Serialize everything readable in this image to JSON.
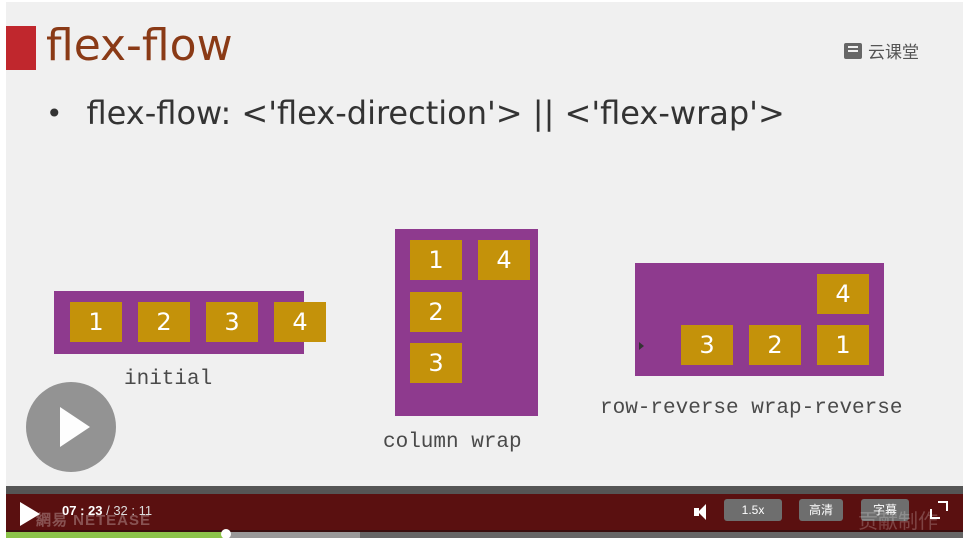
{
  "slide": {
    "title": "flex-flow",
    "logo_text": "云课堂",
    "bullet": "flex-flow: <'flex-direction'> || <'flex-wrap'>",
    "examples": [
      {
        "caption": "initial",
        "items": [
          "1",
          "2",
          "3",
          "4"
        ]
      },
      {
        "caption": "column wrap",
        "items": [
          "1",
          "4",
          "2",
          "3"
        ]
      },
      {
        "caption": "row-reverse wrap-reverse",
        "items": [
          "4",
          "3",
          "2",
          "1"
        ]
      }
    ]
  },
  "player": {
    "current_time": "07 : 23",
    "total_time": " / 32 : 11",
    "watermark_left": "網易 NETEASE",
    "watermark_right": "贡献制作",
    "speed_label": "1.5x",
    "quality_label": "高清",
    "subtitle_label": "字幕",
    "progress": 0.23,
    "buffered": 0.37
  }
}
